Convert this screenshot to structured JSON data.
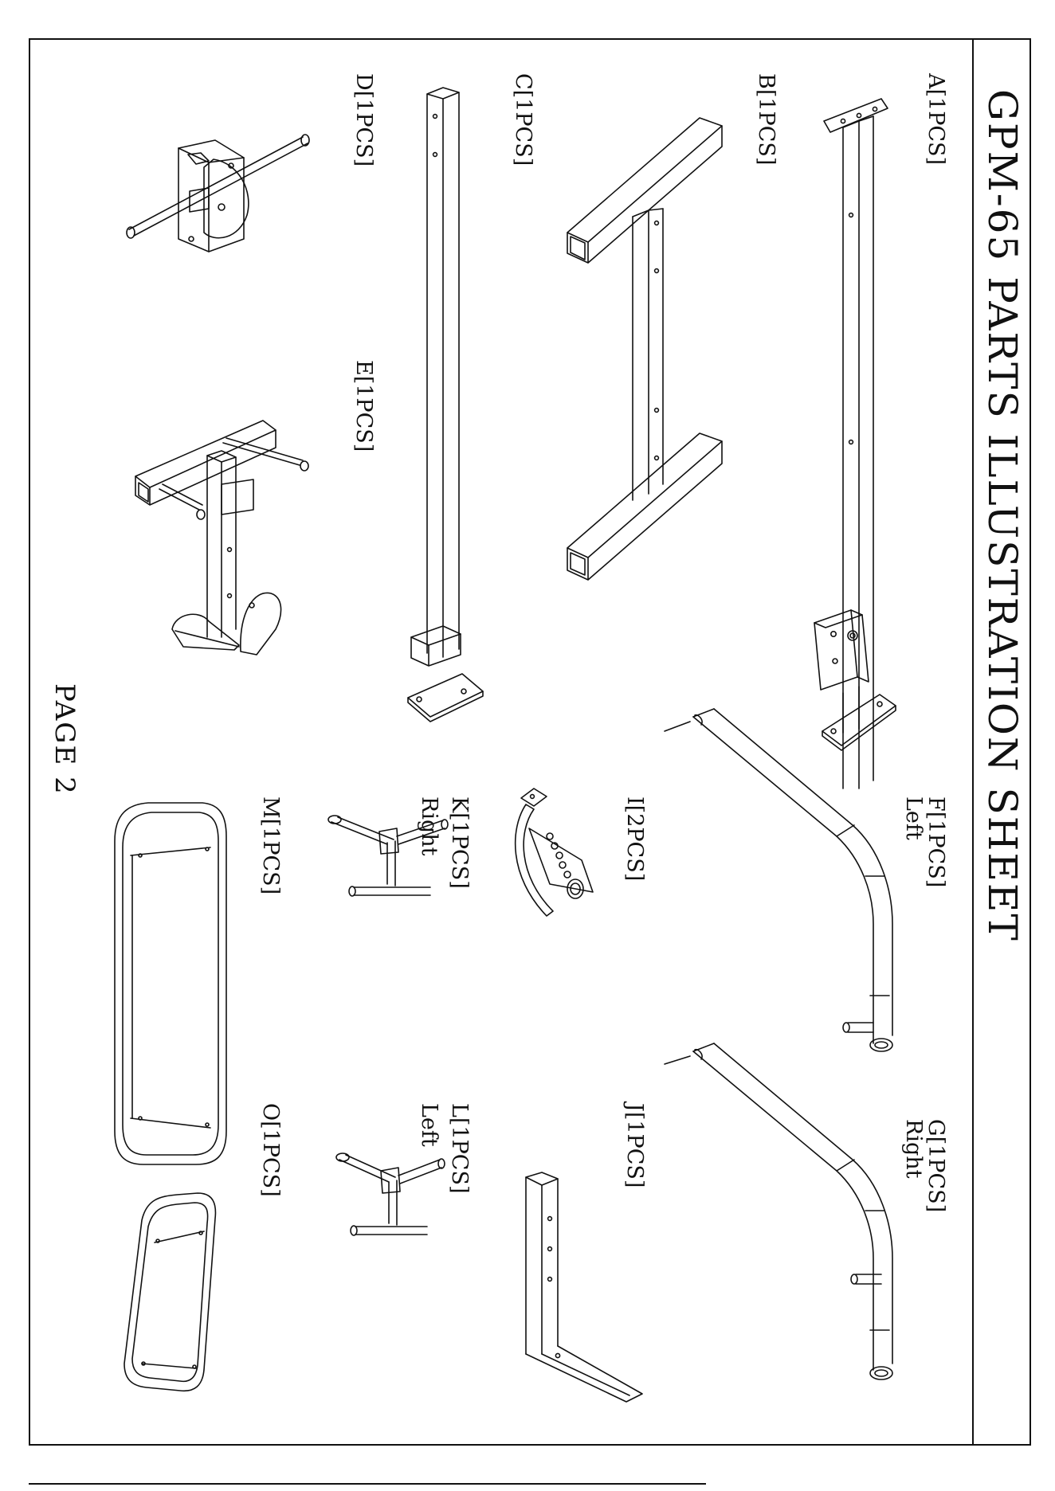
{
  "sheet": {
    "title": "GPM-65   PARTS ILLUSTRATION SHEET",
    "page": "PAGE  2"
  },
  "parts": {
    "A": {
      "label": "A[1PCS]"
    },
    "B": {
      "label": "B[1PCS]"
    },
    "C": {
      "label": "C[1PCS]"
    },
    "D": {
      "label": "D[1PCS]"
    },
    "E": {
      "label": "E[1PCS]"
    },
    "F": {
      "label": "F[1PCS]",
      "side": "Left"
    },
    "G": {
      "label": "G[1PCS]",
      "side": "Right"
    },
    "I": {
      "label": "I[2PCS]"
    },
    "J": {
      "label": "J[1PCS]"
    },
    "K": {
      "label": "K[1PCS]",
      "side": "Right"
    },
    "L": {
      "label": "L[1PCS]",
      "side": "Left"
    },
    "M": {
      "label": "M[1PCS]"
    },
    "O": {
      "label": "O[1PCS]"
    }
  }
}
